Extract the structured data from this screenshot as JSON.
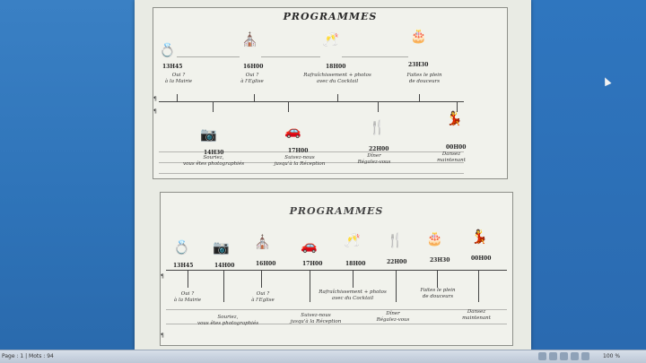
{
  "status": {
    "page": "Page : 1",
    "words": "Mots : 94"
  },
  "zoom": "100 %",
  "sheet1": {
    "title": "PROGRAMMES",
    "top_events": [
      {
        "icon": "rings-icon",
        "glyph": "💍",
        "time": "13H45",
        "caption": "Oui ?\nà la Mairie"
      },
      {
        "icon": "church-icon",
        "glyph": "⛪",
        "time": "16H00",
        "caption": "Oui ?\nà l'Eglise"
      },
      {
        "icon": "champagne-icon",
        "glyph": "🥂",
        "time": "18H00",
        "caption": "Rafraîchissement + photos\navec du Cocktail"
      },
      {
        "icon": "cake-icon",
        "glyph": "🎂",
        "time": "23H30",
        "caption": "Faites le plein\nde douceurs"
      }
    ],
    "bottom_events": [
      {
        "icon": "camera-icon",
        "glyph": "📷",
        "time": "14H30",
        "caption": "Souriez,\nvous êtes photographiés"
      },
      {
        "icon": "car-icon",
        "glyph": "🚗",
        "time": "17H00",
        "caption": "Suivez-nous\njusqu'à la Réception"
      },
      {
        "icon": "cutlery-icon",
        "glyph": "🍴",
        "time": "22H00",
        "caption": "Dîner\nRégalez-vous"
      },
      {
        "icon": "dancers-icon",
        "glyph": "💃",
        "time": "00H00",
        "caption": "Dansez\nmaintenant"
      }
    ]
  },
  "sheet2": {
    "title": "PROGRAMMES",
    "icons_row": [
      {
        "icon": "rings-icon",
        "glyph": "💍",
        "time": "13H45"
      },
      {
        "icon": "camera-icon",
        "glyph": "📷",
        "time": "14H00"
      },
      {
        "icon": "church-icon",
        "glyph": "⛪",
        "time": "16H00"
      },
      {
        "icon": "car-icon",
        "glyph": "🚗",
        "time": "17H00"
      },
      {
        "icon": "champagne-icon",
        "glyph": "🥂",
        "time": "18H00"
      },
      {
        "icon": "cutlery-icon",
        "glyph": "🍴",
        "time": "22H00"
      },
      {
        "icon": "cake-icon",
        "glyph": "🎂",
        "time": "23H30"
      },
      {
        "icon": "dancers-icon",
        "glyph": "💃",
        "time": "00H00"
      }
    ],
    "captions_top": [
      "Oui ?\nà la Mairie",
      "Oui ?\nà l'Eglise",
      "Rafraîchissement + photos\navec du Cocktail",
      "Faites le plein\nde douceurs"
    ],
    "captions_bottom": [
      "Souriez,\nvous êtes photographiés",
      "Suivez-nous\njusqu'à la Réception",
      "Dîner\nRégalez-vous",
      "Dansez\nmaintenant"
    ]
  }
}
